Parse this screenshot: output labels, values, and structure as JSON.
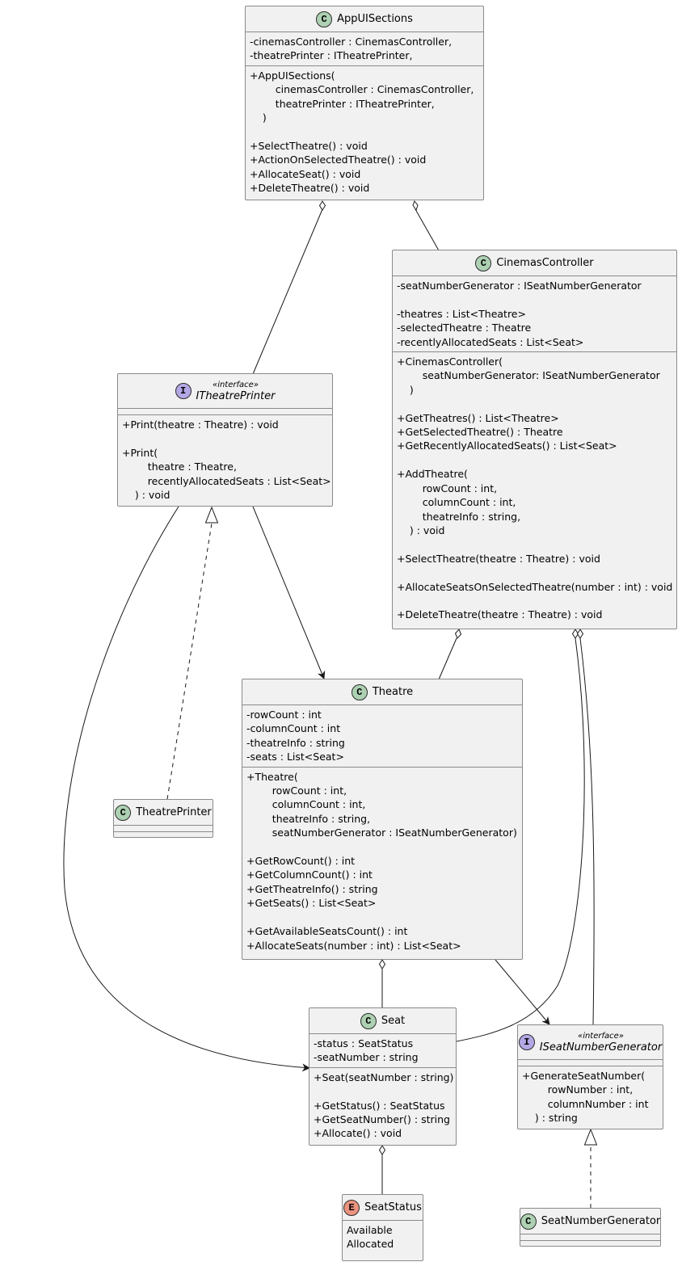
{
  "classes": {
    "app_ui_sections": {
      "kind": "class",
      "name": "AppUISections",
      "fields": [
        "-cinemasController : CinemasController,",
        "-theatrePrinter : ITheatrePrinter,"
      ],
      "methods": [
        "+AppUISections(",
        "        cinemasController : CinemasController,",
        "        theatrePrinter : ITheatrePrinter,",
        "    )",
        "",
        "+SelectTheatre() : void",
        "+ActionOnSelectedTheatre() : void",
        "+AllocateSeat() : void",
        "+DeleteTheatre() : void"
      ]
    },
    "cinemas_controller": {
      "kind": "class",
      "name": "CinemasController",
      "fields": [
        "-seatNumberGenerator : ISeatNumberGenerator",
        "",
        "-theatres : List<Theatre>",
        "-selectedTheatre : Theatre",
        "-recentlyAllocatedSeats : List<Seat>"
      ],
      "methods": [
        "+CinemasController(",
        "        seatNumberGenerator: ISeatNumberGenerator",
        "    )",
        "",
        "+GetTheatres() : List<Theatre>",
        "+GetSelectedTheatre() : Theatre",
        "+GetRecentlyAllocatedSeats() : List<Seat>",
        "",
        "+AddTheatre(",
        "        rowCount : int,",
        "        columnCount : int,",
        "        theatreInfo : string,",
        "    ) : void",
        "",
        "+SelectTheatre(theatre : Theatre) : void",
        "",
        "+AllocateSeatsOnSelectedTheatre(number : int) : void",
        "",
        "+DeleteTheatre(theatre : Theatre) : void"
      ]
    },
    "itheatre_printer": {
      "kind": "interface",
      "stereotype": "«interface»",
      "name": "ITheatrePrinter",
      "fields": [],
      "methods": [
        "+Print(theatre : Theatre) : void",
        "",
        "+Print(",
        "        theatre : Theatre,",
        "        recentlyAllocatedSeats : List<Seat>",
        "    ) : void"
      ]
    },
    "theatre": {
      "kind": "class",
      "name": "Theatre",
      "fields": [
        "-rowCount : int",
        "-columnCount : int",
        "-theatreInfo : string",
        "-seats : List<Seat>"
      ],
      "methods": [
        "+Theatre(",
        "        rowCount : int,",
        "        columnCount : int,",
        "        theatreInfo : string,",
        "        seatNumberGenerator : ISeatNumberGenerator)",
        "",
        "+GetRowCount() : int",
        "+GetColumnCount() : int",
        "+GetTheatreInfo() : string",
        "+GetSeats() : List<Seat>",
        "",
        "+GetAvailableSeatsCount() : int",
        "+AllocateSeats(number : int) : List<Seat>"
      ]
    },
    "theatre_printer": {
      "kind": "class",
      "name": "TheatrePrinter",
      "fields": [],
      "methods": []
    },
    "seat": {
      "kind": "class",
      "name": "Seat",
      "fields": [
        "-status : SeatStatus",
        "-seatNumber : string"
      ],
      "methods": [
        "+Seat(seatNumber : string)",
        "",
        "+GetStatus() : SeatStatus",
        "+GetSeatNumber() : string",
        "+Allocate() : void"
      ]
    },
    "iseat_number_generator": {
      "kind": "interface",
      "stereotype": "«interface»",
      "name": "ISeatNumberGenerator",
      "fields": [],
      "methods": [
        "+GenerateSeatNumber(",
        "        rowNumber : int,",
        "        columnNumber : int",
        "    ) : string"
      ]
    },
    "seat_status": {
      "kind": "enum",
      "name": "SeatStatus",
      "fields": [
        "Available",
        "Allocated"
      ],
      "methods": null
    },
    "seat_number_generator": {
      "kind": "class",
      "name": "SeatNumberGenerator",
      "fields": [],
      "methods": []
    }
  },
  "badge_letters": {
    "class": "C",
    "interface": "I",
    "enum": "E"
  },
  "colors": {
    "box_fill": "#f1f1f1",
    "box_border": "#8a8a8a",
    "class_badge": "#add1b2",
    "interface_badge": "#b4a7e5",
    "enum_badge": "#eb937f",
    "edge": "#181818"
  }
}
